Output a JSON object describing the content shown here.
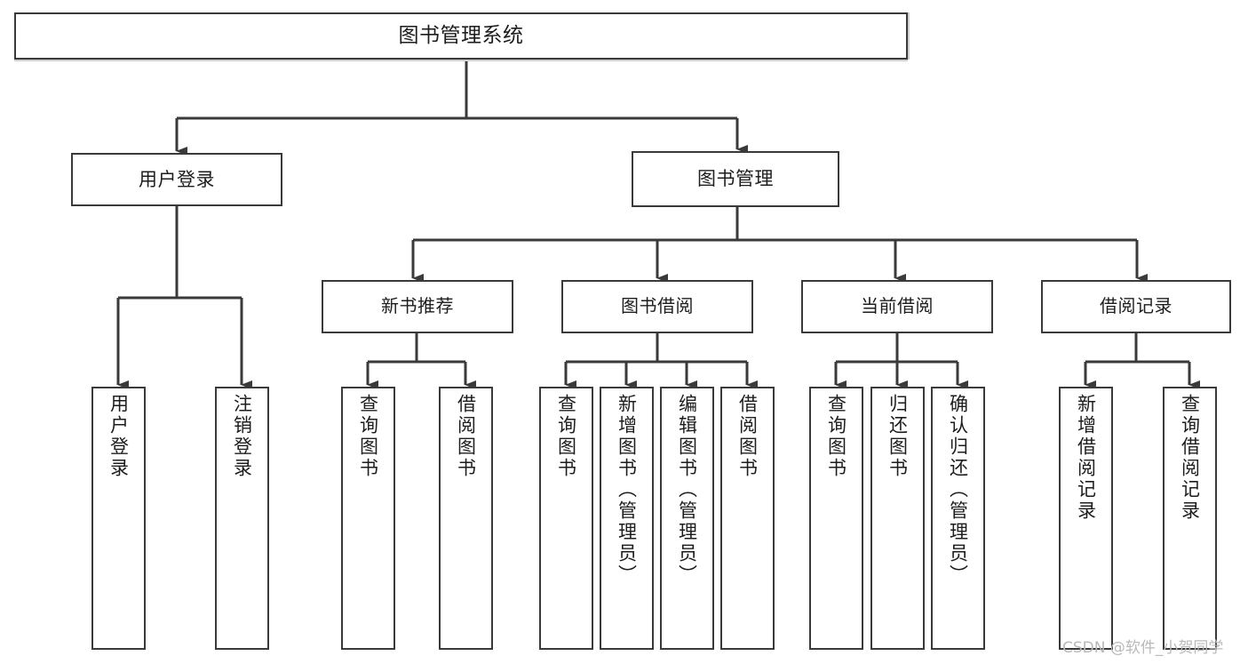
{
  "diagram": {
    "title": "图书管理系统",
    "type": "tree",
    "watermark": "CSDN @软件_小贺同学",
    "colors": {
      "stroke": "#3a3a3a",
      "fill": "#ffffff",
      "text": "#1d1d1d",
      "watermark": "#b9b9b9",
      "background": "#ffffff"
    },
    "nodes": {
      "root": {
        "label": "图书管理系统"
      },
      "level1": [
        {
          "label": "用户登录"
        },
        {
          "label": "图书管理"
        }
      ],
      "level2": [
        {
          "label": "新书推荐"
        },
        {
          "label": "图书借阅"
        },
        {
          "label": "当前借阅"
        },
        {
          "label": "借阅记录"
        }
      ],
      "leaves": {
        "user_login": [
          {
            "label": "用户登录"
          },
          {
            "label": "注销登录"
          }
        ],
        "new_book_recommend": [
          {
            "label": "查询图书"
          },
          {
            "label": "借阅图书"
          }
        ],
        "book_borrow": [
          {
            "label": "查询图书"
          },
          {
            "label": "新增图书（管理员）"
          },
          {
            "label": "编辑图书（管理员）"
          },
          {
            "label": "借阅图书"
          }
        ],
        "current_borrow": [
          {
            "label": "查询图书"
          },
          {
            "label": "归还图书"
          },
          {
            "label": "确认归还（管理员）"
          }
        ],
        "borrow_record": [
          {
            "label": "新增借阅记录"
          },
          {
            "label": "查询借阅记录"
          }
        ]
      }
    }
  }
}
